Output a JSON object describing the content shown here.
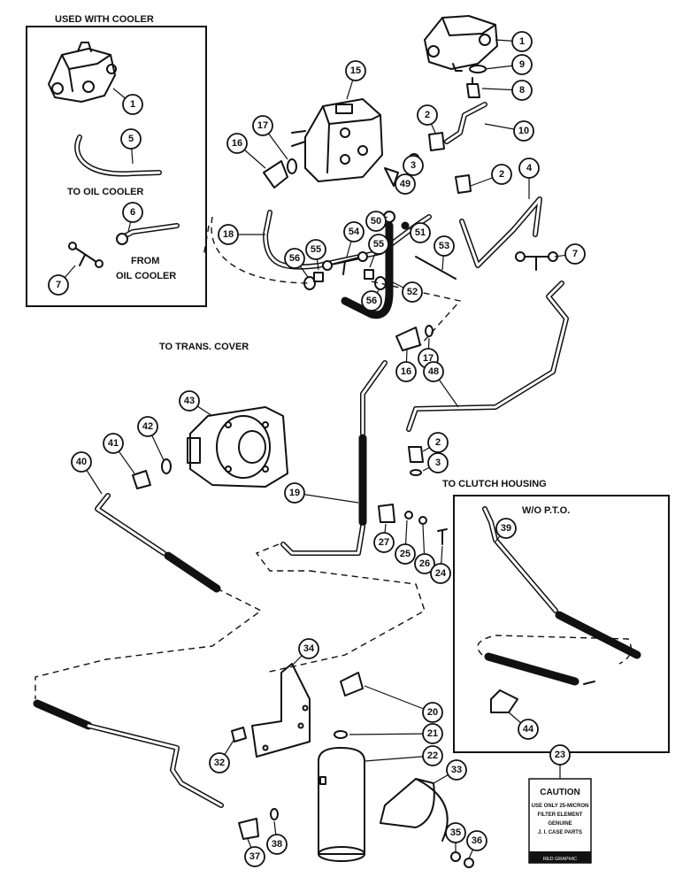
{
  "labels": {
    "used_with_cooler": "USED WITH COOLER",
    "to_oil_cooler": "TO OIL COOLER",
    "from_oil_cooler_1": "FROM",
    "from_oil_cooler_2": "OIL COOLER",
    "to_trans_cover": "TO TRANS. COVER",
    "to_clutch_housing": "TO CLUTCH HOUSING",
    "wo_pto": "W/O P.T.O."
  },
  "caution": {
    "title": "CAUTION",
    "line1": "USE ONLY 25-MICRON",
    "line2": "FILTER ELEMENT",
    "line3": "GENUINE",
    "line4": "J. I. CASE PARTS",
    "footer": "RED GRAPHIC"
  },
  "callouts": {
    "c1a": "1",
    "c5": "5",
    "c6": "6",
    "c7a": "7",
    "c1b": "1",
    "c9": "9",
    "c8": "8",
    "c10": "10",
    "c15": "15",
    "c17a": "17",
    "c16a": "16",
    "c2a": "2",
    "c3a": "3",
    "c2b": "2",
    "c4": "4",
    "c49": "49",
    "c18": "18",
    "c54": "54",
    "c50": "50",
    "c51": "51",
    "c53": "53",
    "c7b": "7",
    "c55a": "55",
    "c55b": "55",
    "c56a": "56",
    "c56b": "56",
    "c52": "52",
    "c16b": "16",
    "c17b": "17",
    "c48": "48",
    "c43": "43",
    "c42": "42",
    "c41": "41",
    "c40": "40",
    "c2c": "2",
    "c3b": "3",
    "c19": "19",
    "c27": "27",
    "c25": "25",
    "c26": "26",
    "c24": "24",
    "c39": "39",
    "c44": "44",
    "c34": "34",
    "c20": "20",
    "c21": "21",
    "c22": "22",
    "c32": "32",
    "c23": "23",
    "c33": "33",
    "c35": "35",
    "c36": "36",
    "c37": "37",
    "c38": "38"
  }
}
